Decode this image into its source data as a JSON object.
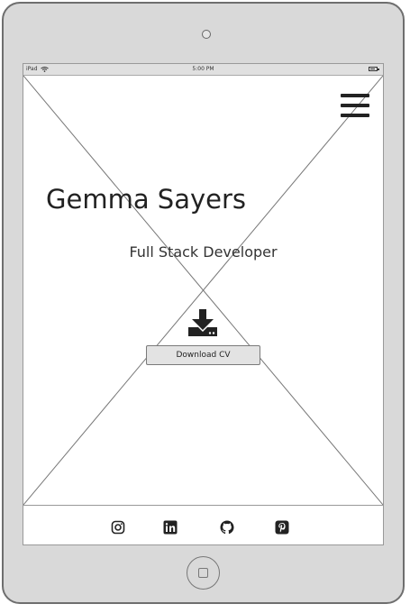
{
  "status_bar": {
    "device": "iPad",
    "time": "5:00 PM"
  },
  "hero": {
    "name": "Gemma Sayers",
    "role": "Full Stack Developer",
    "download_label": "Download CV"
  },
  "footer": {
    "social": [
      "instagram-icon",
      "linkedin-icon",
      "github-icon",
      "pinterest-icon"
    ]
  },
  "colors": {
    "device": "#d9d9d9",
    "button": "#e3e3e3",
    "text": "#222222"
  }
}
